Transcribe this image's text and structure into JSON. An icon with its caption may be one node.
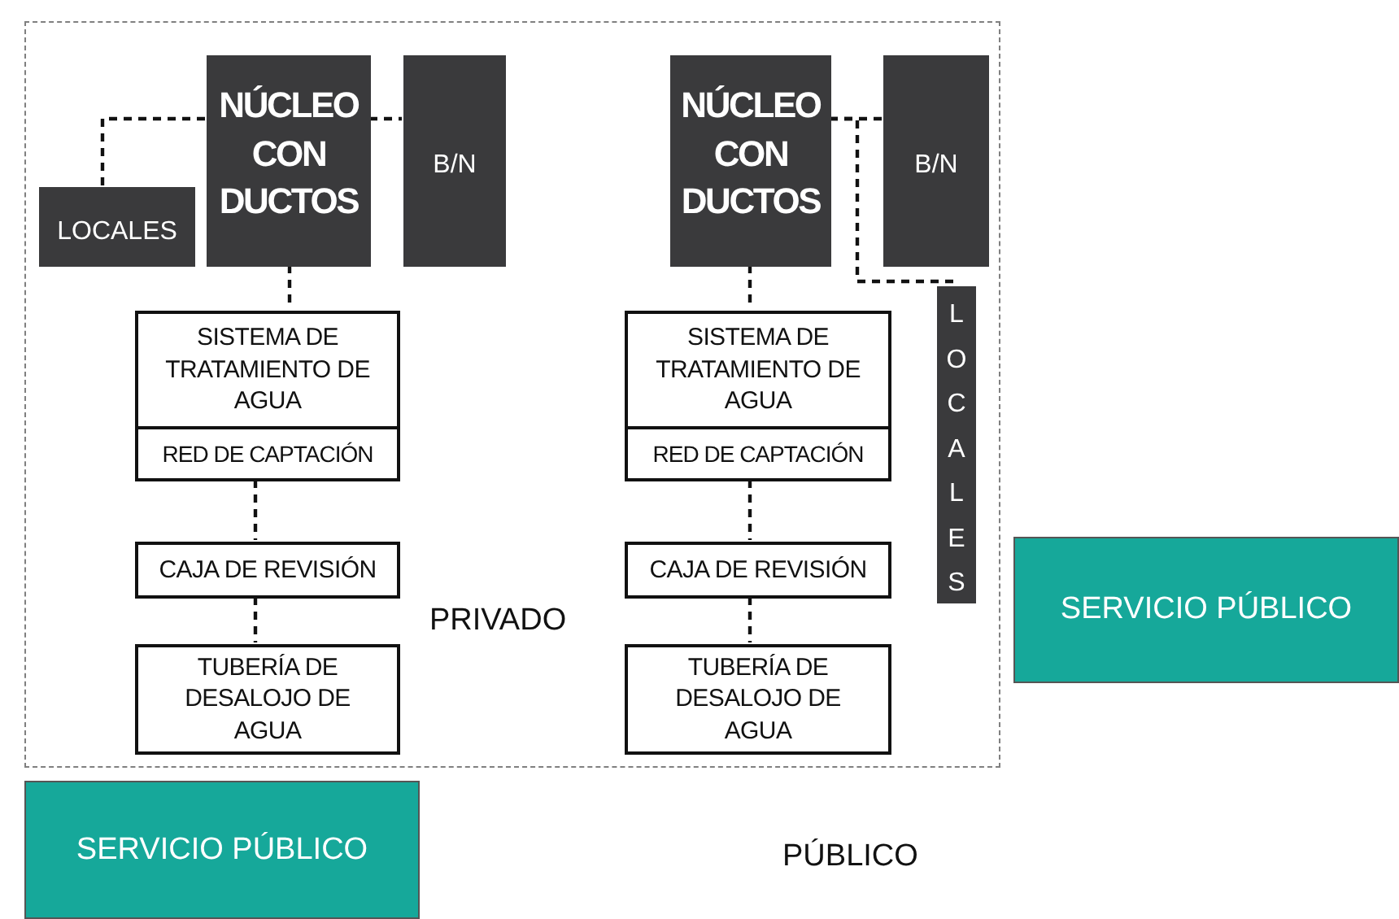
{
  "diagram": {
    "nodes": [
      {
        "text": [
          "PRIVADO"
        ]
      },
      {
        "text": [
          "LOCALES"
        ],
        "in": 0
      },
      {
        "text": [
          "NÚCLEO CON DUCTOS"
        ],
        "in": 0
      },
      {
        "text": [
          "B/N"
        ],
        "in": 0
      },
      {
        "text": [
          "SISTEMA DE TRATAMIENTO DE AGUA"
        ],
        "in": 0
      },
      {
        "text": [
          "RED DE CAPTACIÓN"
        ],
        "in": 0
      },
      {
        "text": [
          "CAJA DE REVISIÓN"
        ],
        "in": 0
      },
      {
        "text": [
          "TUBERÍA DE DESALOJO DE AGUA"
        ],
        "in": 0
      },
      {
        "text": [
          "NÚCLEO CON DUCTOS"
        ],
        "in": 0
      },
      {
        "text": [
          "B/N"
        ],
        "in": 0
      },
      {
        "text": [
          "LOCALES"
        ],
        "in": 0
      },
      {
        "text": [
          "SISTEMA DE TRATAMIENTO DE AGUA"
        ],
        "in": 0
      },
      {
        "text": [
          "RED DE CAPTACIÓN"
        ],
        "in": 0
      },
      {
        "text": [
          "CAJA DE REVISIÓN"
        ],
        "in": 0
      },
      {
        "text": [
          "TUBERÍA DE DESALOJO DE AGUA"
        ],
        "in": 0
      },
      {
        "text": [
          "SERVICIO PÚBLICO"
        ]
      },
      {
        "text": [
          "SERVICIO PÚBLICO"
        ]
      }
    ],
    "edges": [
      {
        "from": 2,
        "to": 1,
        "arrow": "none",
        "style": "dashed"
      },
      {
        "from": 2,
        "to": 3,
        "arrow": "none",
        "style": "dashed"
      },
      {
        "from": 2,
        "to": 4,
        "arrow": "none",
        "style": "dashed"
      },
      {
        "from": 5,
        "to": 6,
        "arrow": "none",
        "style": "dashed"
      },
      {
        "from": 6,
        "to": 7,
        "arrow": "none",
        "style": "dashed"
      },
      {
        "from": 8,
        "to": 9,
        "arrow": "none",
        "style": "dashed"
      },
      {
        "from": 8,
        "to": 10,
        "arrow": "none",
        "style": "dashed"
      },
      {
        "from": 8,
        "to": 11,
        "arrow": "none",
        "style": "dashed"
      },
      {
        "from": 12,
        "to": 13,
        "arrow": "none",
        "style": "dashed"
      },
      {
        "from": 13,
        "to": 14,
        "arrow": "none",
        "style": "dashed"
      }
    ],
    "labels": [
      "PÚBLICO"
    ]
  }
}
